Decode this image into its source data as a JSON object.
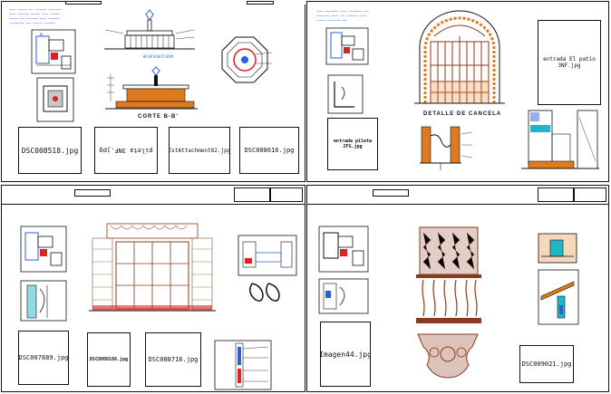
{
  "sheet1": {
    "photos": [
      "DSC008518.jpg",
      "pileta 3NF.jpg",
      "EstAttachment82.jpg",
      "DSC008616.jpg"
    ],
    "elevation_caption": "elevacion",
    "section_caption": "CORTE B-B'"
  },
  "sheet2": {
    "photos": [
      "entrada El patio 3NF.jpg",
      "entrada pileta 2FG.jpg"
    ],
    "gate_detail_caption": "DETALLE DE CANCELA"
  },
  "sheet3": {
    "photos": [
      "DSC007889.jpg",
      "DSC0000188.jpg",
      "DSC008716.jpg"
    ]
  },
  "sheet4": {
    "photos": [
      "Imagen44.jpg",
      "DSC009021.jpg"
    ]
  },
  "colors": {
    "line": "#111111",
    "red": "#e02020",
    "orange": "#e07a1e",
    "blue": "#2b5fd9",
    "cyan": "#1fb7c8",
    "brown": "#8b3a1e",
    "hatch": "#7a5a30"
  }
}
